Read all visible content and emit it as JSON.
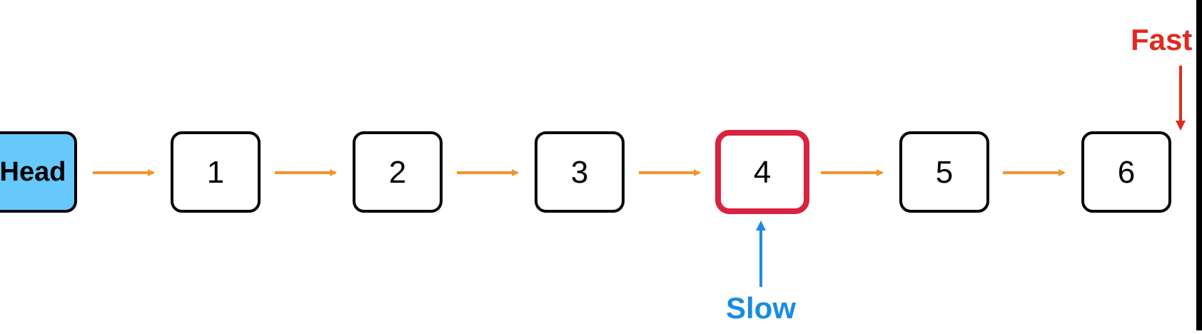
{
  "diagram": {
    "head": {
      "label": "Head",
      "fill": "#66c8fb",
      "stroke": "#000000"
    },
    "nodes": [
      {
        "label": "1",
        "highlighted": false
      },
      {
        "label": "2",
        "highlighted": false
      },
      {
        "label": "3",
        "highlighted": false
      },
      {
        "label": "4",
        "highlighted": true
      },
      {
        "label": "5",
        "highlighted": false
      },
      {
        "label": "6",
        "highlighted": false
      }
    ],
    "pointers": {
      "slow": {
        "label": "Slow",
        "color": "#1a8ce0",
        "target_node": "4"
      },
      "fast": {
        "label": "Fast",
        "color": "#e02a1f",
        "target_node": "6"
      }
    },
    "colors": {
      "link_arrow": "#f0962a",
      "highlight_stroke": "#d8223f",
      "node_stroke": "#000000"
    }
  }
}
